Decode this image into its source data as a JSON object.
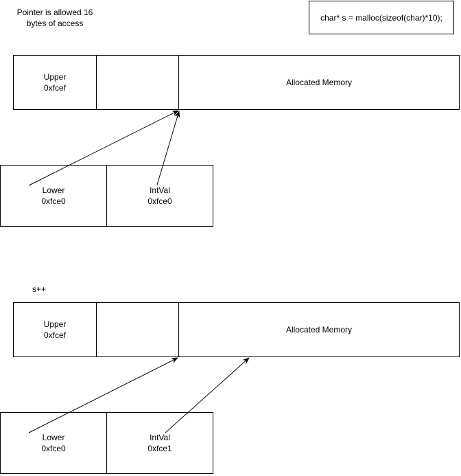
{
  "note": {
    "line1": "Pointer is allowed 16",
    "line2": "bytes of access"
  },
  "code_box": {
    "text": "char* s = malloc(sizeof(char)*10);"
  },
  "diagram1": {
    "upper": {
      "label": "Upper",
      "addr": "0xfcef"
    },
    "memory_label": "Allocated Memory",
    "lower": {
      "label": "Lower",
      "addr": "0xfce0"
    },
    "intval": {
      "label": "IntVal",
      "addr": "0xfce0"
    }
  },
  "increment_label": "s++",
  "diagram2": {
    "upper": {
      "label": "Upper",
      "addr": "0xfcef"
    },
    "memory_label": "Allocated Memory",
    "lower": {
      "label": "Lower",
      "addr": "0xfce0"
    },
    "intval": {
      "label": "IntVal",
      "addr": "0xfce1"
    }
  }
}
